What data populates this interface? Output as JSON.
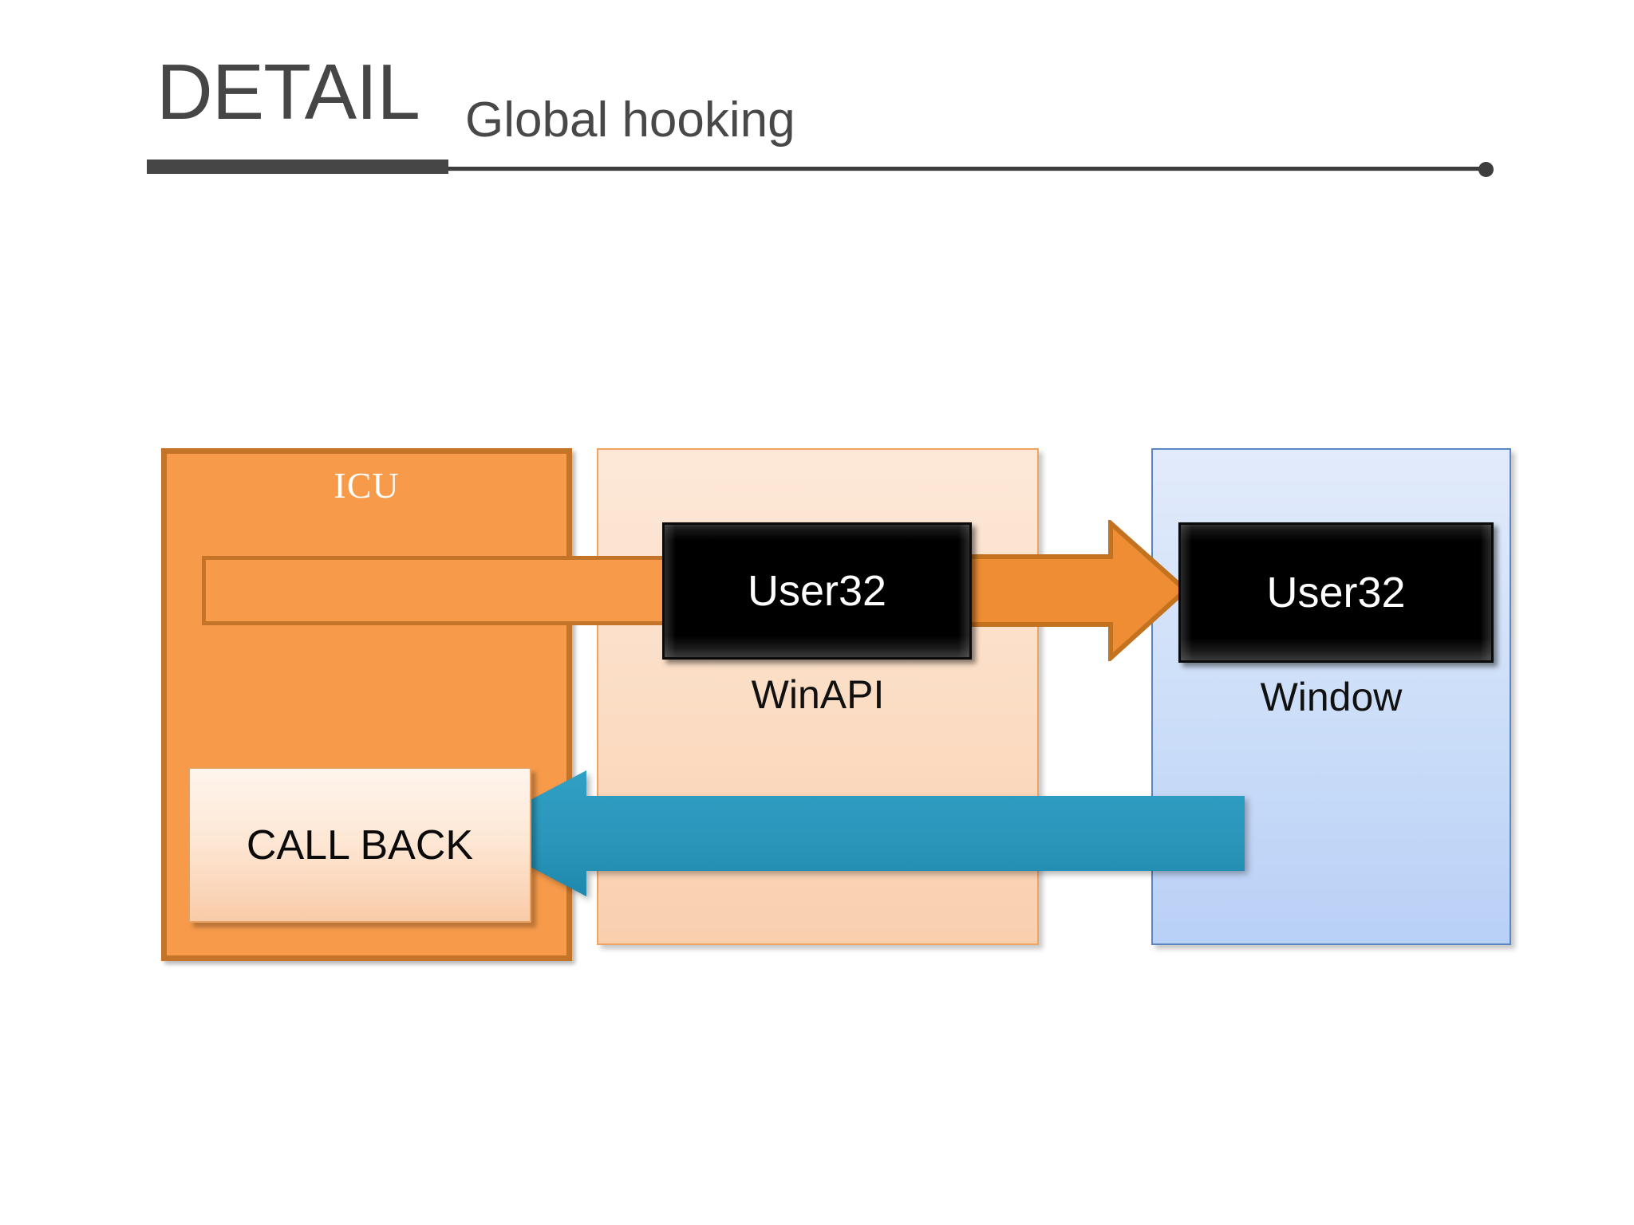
{
  "slide": {
    "background_color": "#FFFFFF",
    "header": {
      "title_main": "DETAIL",
      "title_sub": "Global hooking",
      "rule_color": "#3D3D3D",
      "bar_color": "#464646"
    }
  },
  "diagram": {
    "type": "block-flow",
    "panels": [
      {
        "name": "icu",
        "label": "ICU",
        "fill": "#F79B4B",
        "border": "#C37429",
        "label_color": "#FFFFFF"
      },
      {
        "name": "winapi",
        "label": "WinAPI",
        "fill": "#FBDCC3",
        "border": "#F0A461",
        "label_color": "#111111"
      },
      {
        "name": "window",
        "label": "Window",
        "fill": "#C9DCF8",
        "border": "#5B86C4",
        "label_color": "#111111"
      }
    ],
    "modules": [
      {
        "name": "user32-winapi",
        "label": "User32",
        "fill": "#000000",
        "label_color": "#FFFFFF"
      },
      {
        "name": "user32-window",
        "label": "User32",
        "fill": "#000000",
        "label_color": "#FFFFFF"
      }
    ],
    "callback": {
      "label": "CALL BACK",
      "fill": "#FDE6D3",
      "border": "#E8A061",
      "label_color": "#0B0B0B"
    },
    "arrows": [
      {
        "name": "icu-to-user32",
        "direction": "right",
        "style": "open-shaft",
        "fill": "#F79B4B",
        "border": "#C37429"
      },
      {
        "name": "winapi-to-window",
        "direction": "right",
        "style": "block-arrow",
        "fill": "#EE8D33",
        "border": "#C3721F"
      },
      {
        "name": "window-to-callback",
        "direction": "left",
        "style": "block-arrow",
        "fill": "#2B96BC",
        "border": "#2B96BC"
      }
    ]
  }
}
